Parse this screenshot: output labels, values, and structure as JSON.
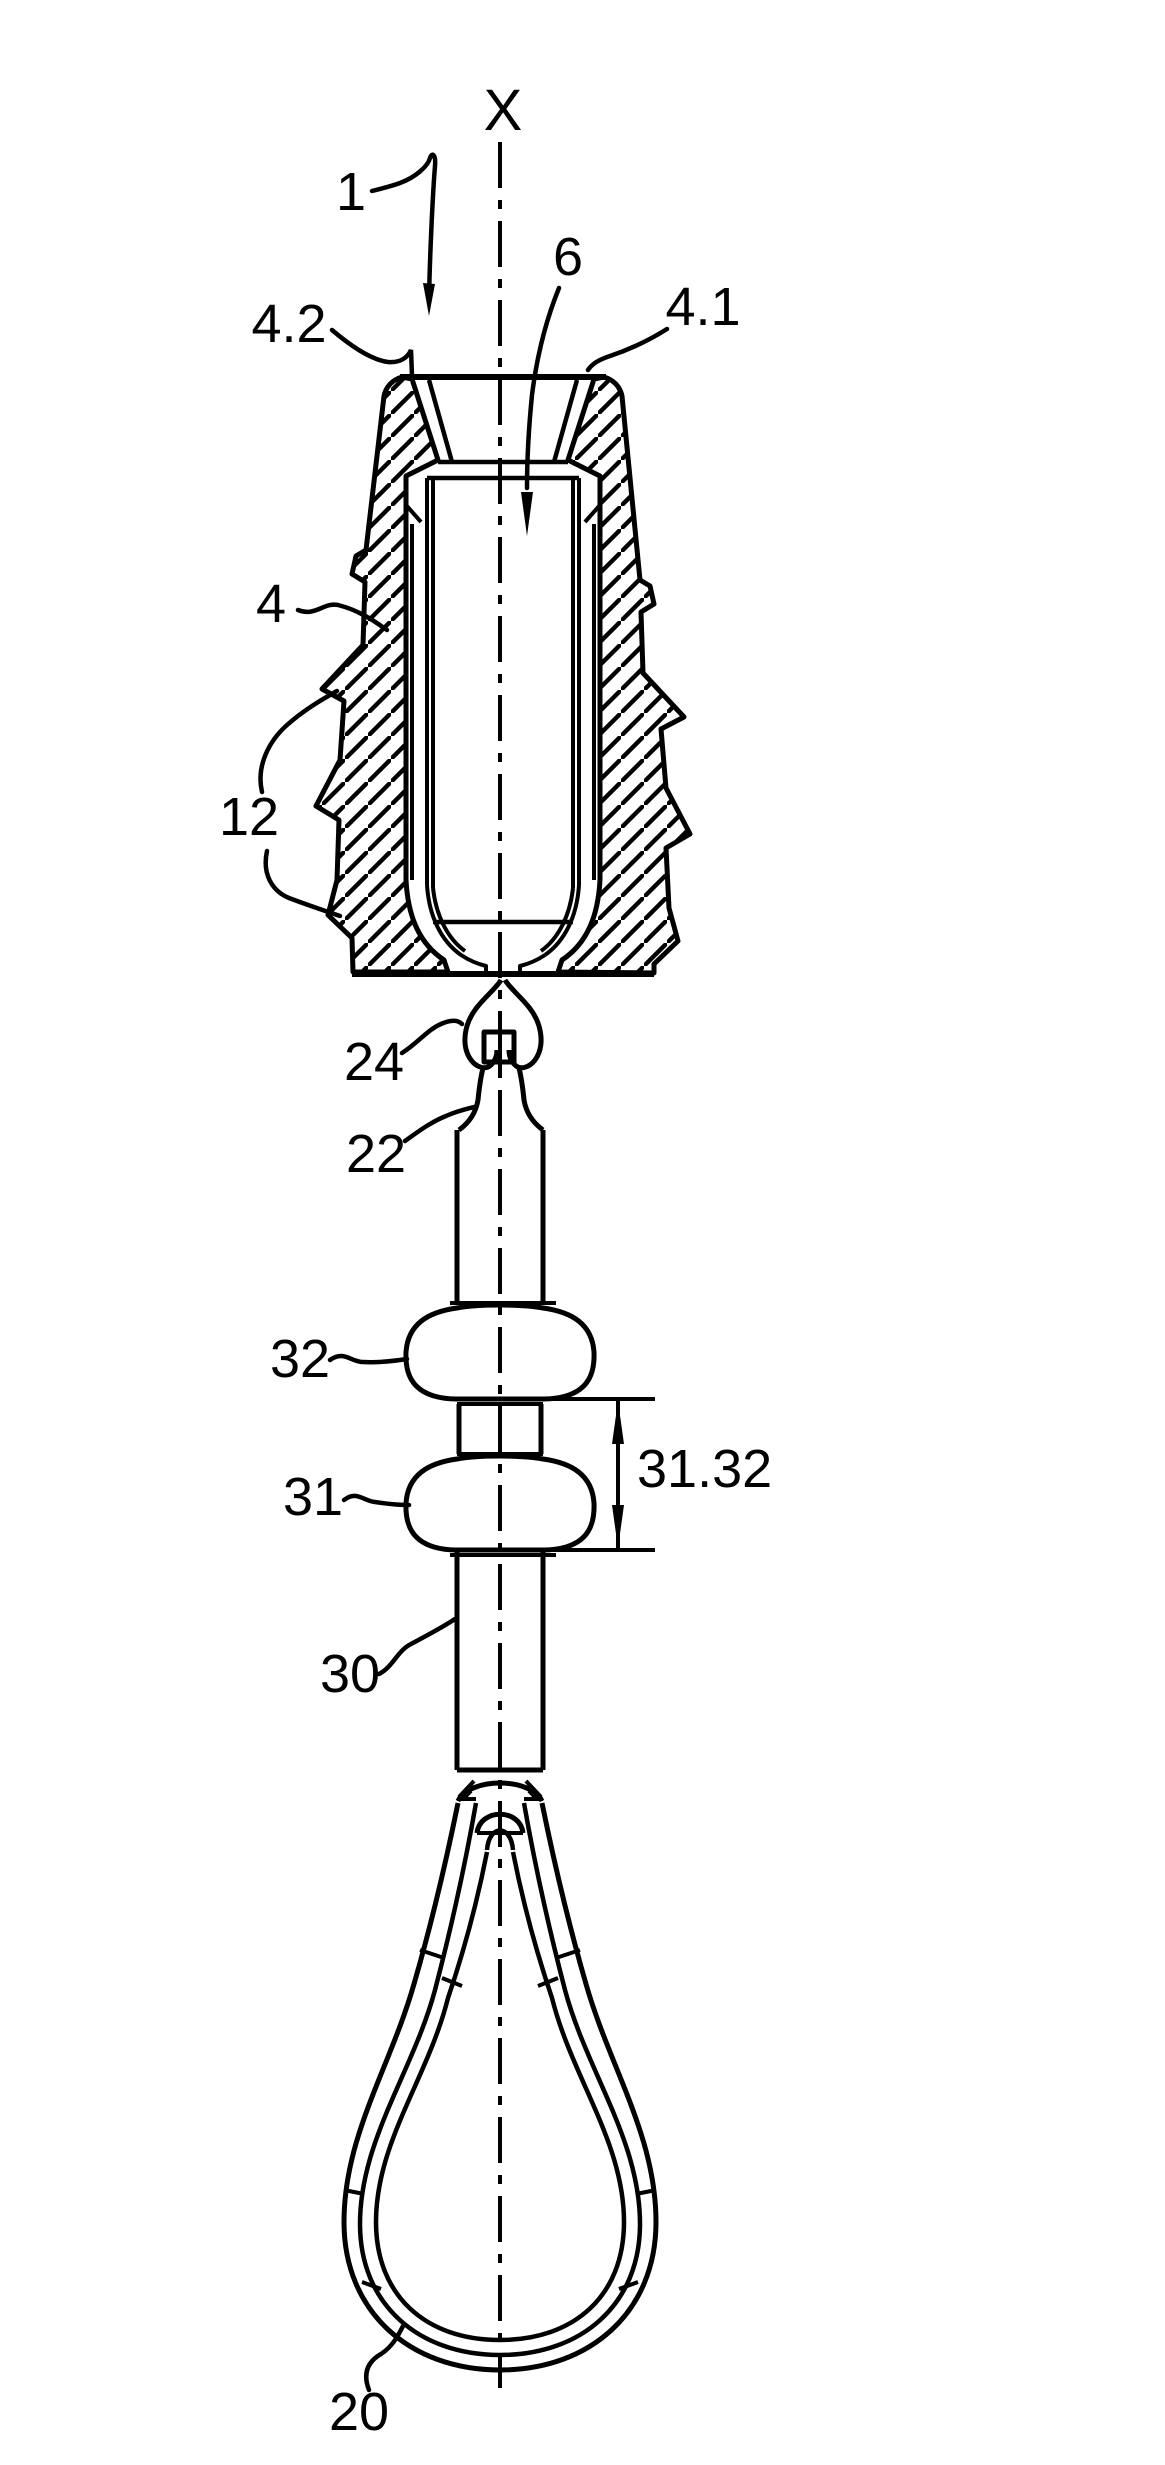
{
  "figure": {
    "type": "patent-line-drawing",
    "colors": {
      "ink": "#000000",
      "paper": "#ffffff"
    },
    "labels": {
      "axis": "X",
      "assembly": "1",
      "inner_bore": "6",
      "rim_left": "4.2",
      "rim_right": "4.1",
      "anchor_body": "4",
      "barbs": "12",
      "crimp_block": "24",
      "coupling_tip": "22",
      "upper_bead": "32",
      "lower_bead": "31",
      "bead_distance": "31.32",
      "shaft": "30",
      "loop": "20"
    }
  }
}
